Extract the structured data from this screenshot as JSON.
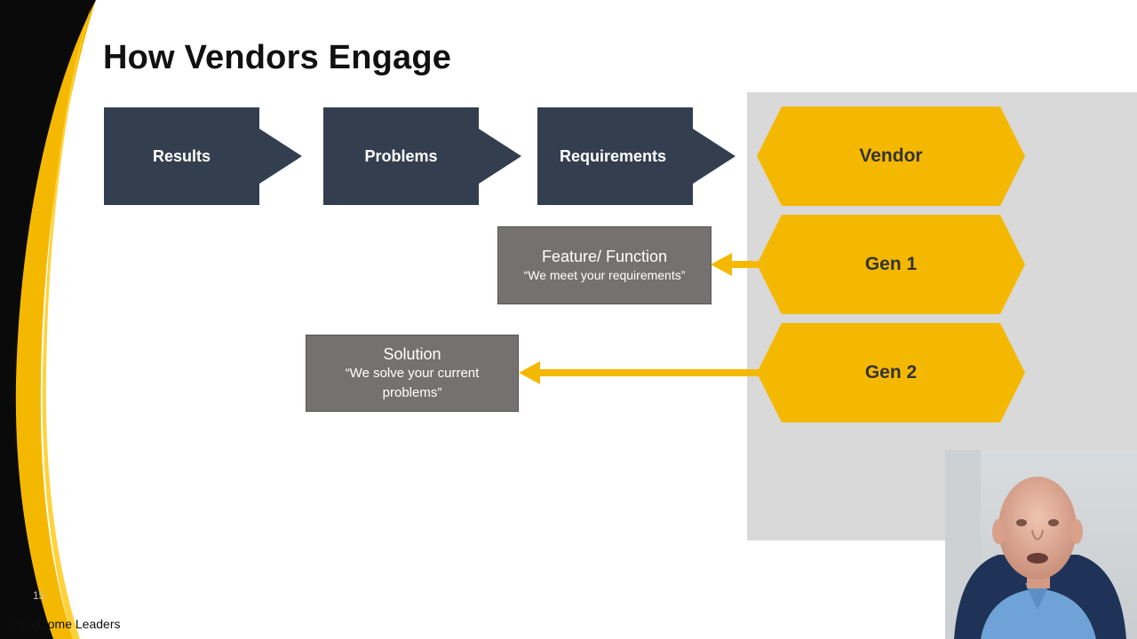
{
  "slide": {
    "title": "How Vendors Engage",
    "page_number": "15",
    "copyright": "© Outcome Leaders"
  },
  "flow": {
    "steps": [
      "Results",
      "Problems",
      "Requirements"
    ]
  },
  "vendor_stack": {
    "items": [
      "Vendor",
      "Gen 1",
      "Gen 2"
    ]
  },
  "boxes": {
    "feature": {
      "title": "Feature/ Function",
      "quote": "“We meet your requirements”"
    },
    "solution": {
      "title": "Solution",
      "quote": "“We solve your current problems”"
    }
  },
  "colors": {
    "navy": "#333f4f",
    "gold": "#f5b800",
    "gray_box": "#767171",
    "panel": "#d9d9d9"
  }
}
